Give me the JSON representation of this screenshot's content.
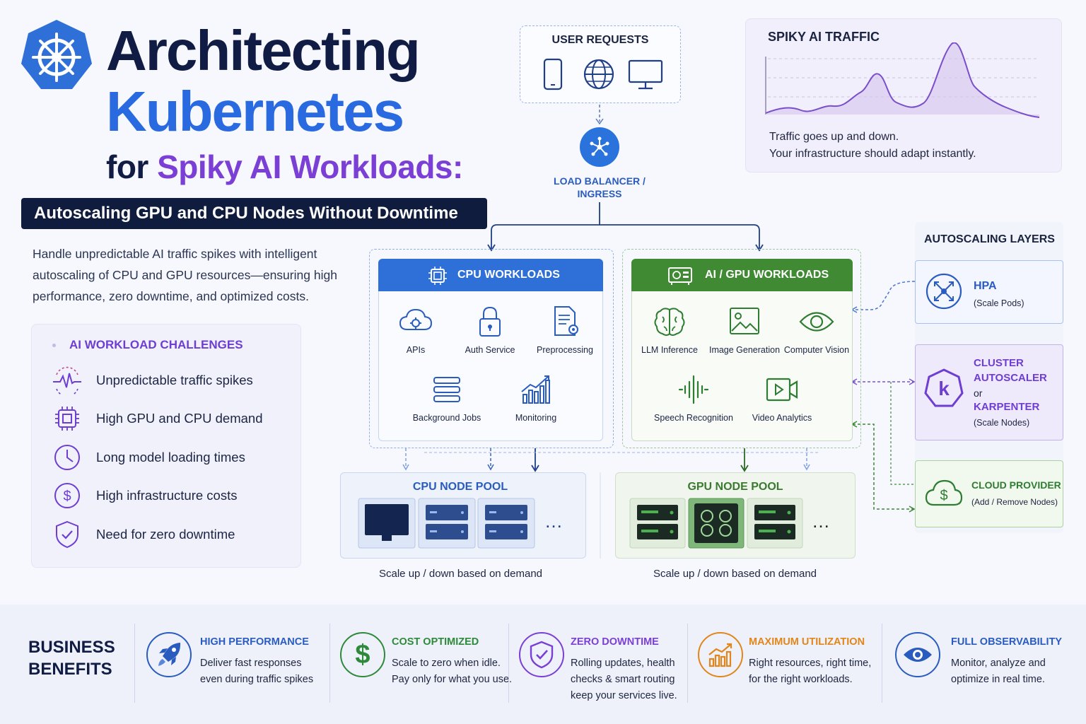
{
  "header": {
    "title_line1": "Architecting",
    "title_line2": "Kubernetes",
    "title_line3_prefix": "for ",
    "title_line3_highlight": "Spiky AI Workloads:",
    "subtitle": "Autoscaling GPU and CPU Nodes Without Downtime",
    "intro": "Handle unpredictable AI traffic spikes with intelligent autoscaling of CPU and GPU resources—ensuring high performance, zero downtime, and optimized costs.",
    "logo_icon": "kubernetes-helm-icon"
  },
  "challenges": {
    "title": "AI WORKLOAD CHALLENGES",
    "items": [
      {
        "label": "Unpredictable traffic spikes",
        "icon": "traffic-spike-icon"
      },
      {
        "label": "High GPU and CPU demand",
        "icon": "chip-icon"
      },
      {
        "label": "Long model loading times",
        "icon": "clock-icon"
      },
      {
        "label": "High infrastructure costs",
        "icon": "dollar-icon"
      },
      {
        "label": "Need for zero downtime",
        "icon": "shield-check-icon"
      }
    ]
  },
  "flow": {
    "user_requests": "USER REQUESTS",
    "load_balancer": "LOAD BALANCER / INGRESS"
  },
  "traffic": {
    "title": "SPIKY AI TRAFFIC",
    "line1": "Traffic goes up and down.",
    "line2": "Your infrastructure should adapt instantly."
  },
  "cpu_workloads": {
    "title": "CPU WORKLOADS",
    "items": [
      "APIs",
      "Auth Service",
      "Preprocessing",
      "Background Jobs",
      "Monitoring"
    ]
  },
  "gpu_workloads": {
    "title": "AI / GPU WORKLOADS",
    "items": [
      "LLM Inference",
      "Image Generation",
      "Computer Vision",
      "Speech Recognition",
      "Video Analytics"
    ]
  },
  "pools": {
    "cpu_title": "CPU NODE POOL",
    "gpu_title": "GPU NODE POOL",
    "cpu_note": "Scale up / down based on demand",
    "gpu_note": "Scale up / down based on demand",
    "more": "…"
  },
  "autoscaling": {
    "title": "AUTOSCALING LAYERS",
    "hpa": {
      "title": "HPA",
      "desc": "(Scale Pods)"
    },
    "cluster": {
      "line1": "CLUSTER",
      "line2": "AUTOSCALER",
      "or": "or",
      "line3": "KARPENTER",
      "desc": "(Scale Nodes)"
    },
    "cloud": {
      "title": "CLOUD PROVIDER",
      "desc": "(Add / Remove Nodes)"
    }
  },
  "benefits": {
    "title_line1": "BUSINESS",
    "title_line2": "BENEFITS",
    "items": [
      {
        "title": "HIGH PERFORMANCE",
        "lines": [
          "Deliver fast responses",
          "even during traffic spikes"
        ],
        "color": "#2a5cc0"
      },
      {
        "title": "COST OPTIMIZED",
        "lines": [
          "Scale to zero when idle.",
          "Pay only for what you use."
        ],
        "color": "#2e8a3a"
      },
      {
        "title": "ZERO DOWNTIME",
        "lines": [
          "Rolling updates, health",
          "checks & smart routing",
          "keep your services live."
        ],
        "color": "#7b3fd6"
      },
      {
        "title": "MAXIMUM UTILIZATION",
        "lines": [
          "Right resources, right time,",
          "for the right workloads."
        ],
        "color": "#e0861a"
      },
      {
        "title": "FULL OBSERVABILITY",
        "lines": [
          "Monitor, analyze and",
          "optimize in real time."
        ],
        "color": "#2a5cc0"
      }
    ]
  }
}
